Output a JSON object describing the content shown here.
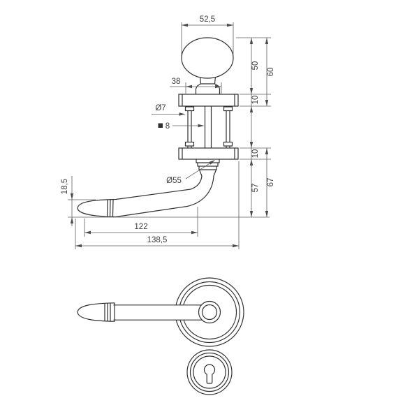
{
  "meta": {
    "background": "#ffffff",
    "object_line_color": "#303030",
    "dimension_line_color": "#5f5f5f"
  },
  "dims": {
    "knob_width": "52,5",
    "plate_width": "38",
    "bolt_diameter": "Ø7",
    "spindle_size": "8",
    "rose_diameter": "Ø55",
    "grip_diameter": "18,5",
    "knob_height": "50",
    "knob_total_height": "60",
    "upper_rose_thickness": "10",
    "lower_rose_thickness": "10",
    "handle_height": "57",
    "handle_total_height": "67",
    "lever_length": "122",
    "total_length": "138,5"
  }
}
